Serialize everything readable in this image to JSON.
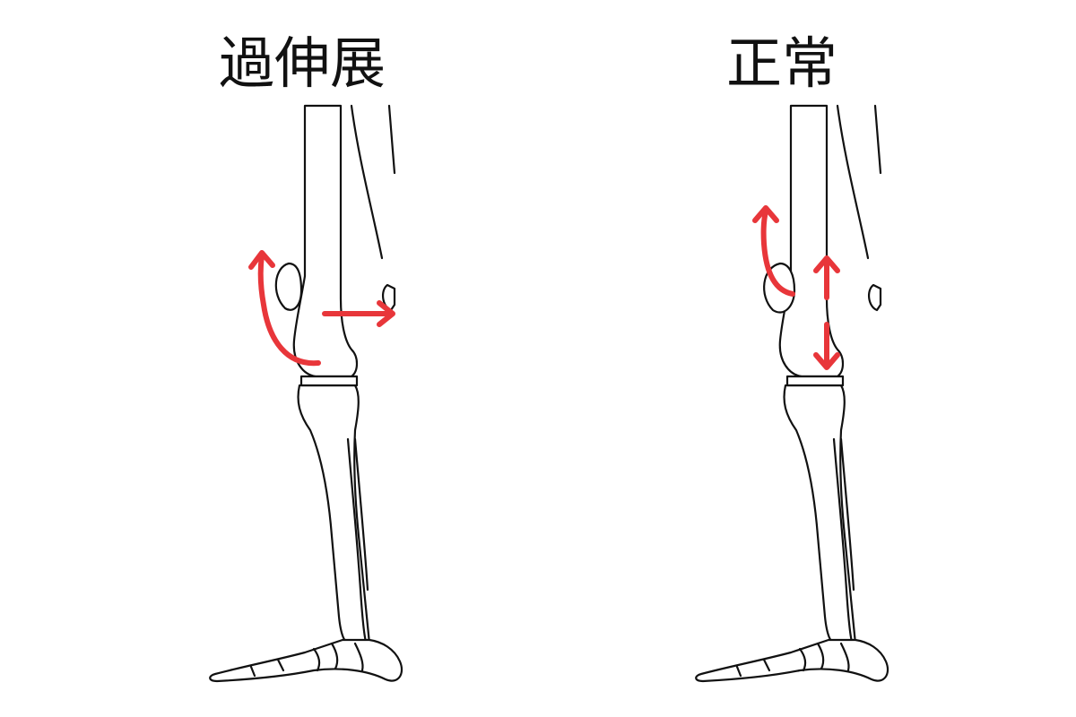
{
  "panels": [
    {
      "id": "hyperextension",
      "label": "過伸展"
    },
    {
      "id": "normal",
      "label": "正常"
    }
  ],
  "colors": {
    "arrow": "#e8363a",
    "outline": "#111111",
    "background": "#ffffff"
  }
}
